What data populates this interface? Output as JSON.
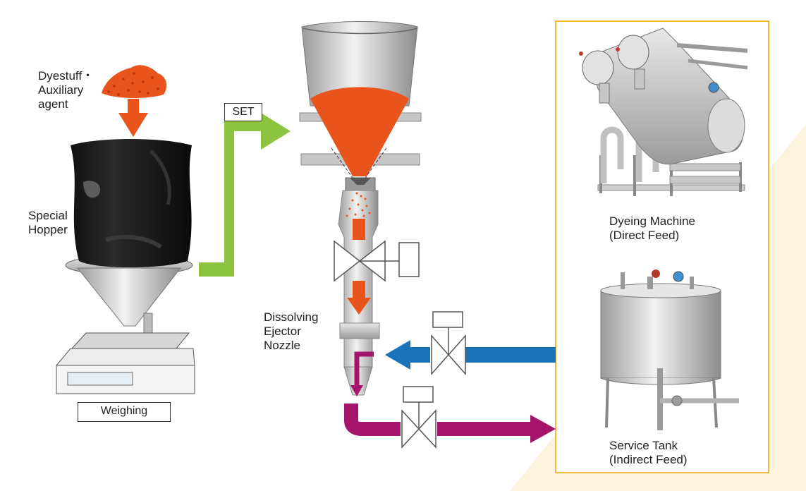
{
  "labels": {
    "dyestuff_line1": "Dyestuff・",
    "dyestuff_line2": "Auxiliary",
    "dyestuff_line3": "agent",
    "hopper_line1": "Special",
    "hopper_line2": "Hopper",
    "set": "SET",
    "weighing": "Weighing",
    "ejector_line1": "Dissolving",
    "ejector_line2": "Ejector",
    "ejector_line3": "Nozzle",
    "dyeing_line1": "Dyeing Machine",
    "dyeing_line2": "(Direct Feed)",
    "tank_line1": "Service Tank",
    "tank_line2": "(Indirect  Feed)"
  },
  "colors": {
    "dye_orange": "#e8541c",
    "flow_green": "#8cc43f",
    "water_blue": "#1a73b8",
    "mix_magenta": "#a4156b",
    "panel_border": "#f0b93a",
    "cream_bg": "#fdf3df",
    "steel": "#c8c8c8"
  },
  "icons": [
    "dye-powder-icon",
    "hopper-bag-icon",
    "scale-icon",
    "cone-funnel-icon",
    "valve-icon",
    "dyeing-machine-icon",
    "service-tank-icon"
  ]
}
